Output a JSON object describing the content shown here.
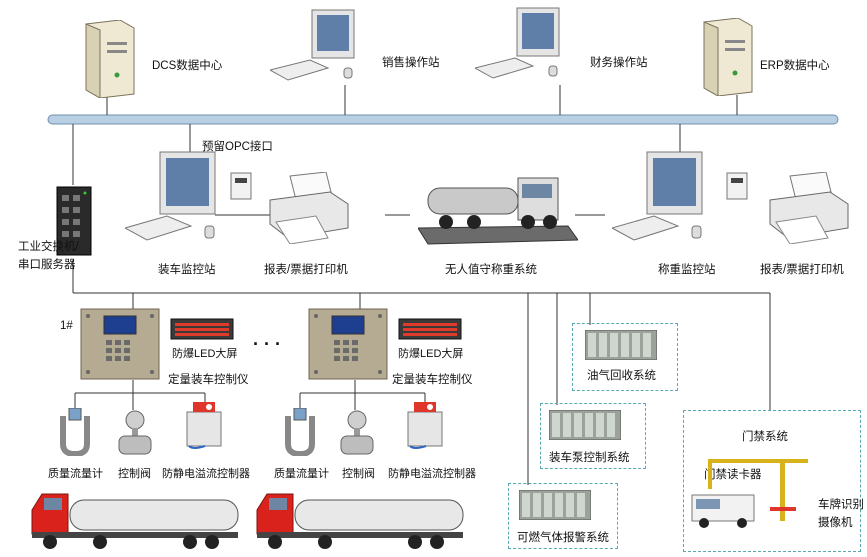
{
  "top_nodes": {
    "dcs": "DCS数据中心",
    "sales": "销售操作站",
    "finance": "财务操作站",
    "erp": "ERP数据中心"
  },
  "opc": "预留OPC接口",
  "switch": {
    "line1": "工业交换机/",
    "line2": "串口服务器"
  },
  "middle": {
    "loading_station": "装车监控站",
    "printer_left": "报表/票据打印机",
    "unmanned_weigh": "无人值守称重系统",
    "weigh_station": "称重监控站",
    "printer_right": "报表/票据打印机"
  },
  "bay": {
    "number": "1#",
    "ellipsis": "· · ·",
    "led": "防爆LED大屏",
    "controller": "定量装车控制仪",
    "flowmeter": "质量流量计",
    "valve": "控制阀",
    "antistatic": "防静电溢流控制器"
  },
  "systems": {
    "vapor": "油气回收系统",
    "pump": "装车泵控制系统",
    "gas_alarm": "可燃气体报警系统"
  },
  "access": {
    "title": "门禁系统",
    "reader": "门禁读卡器",
    "camera_line1": "车牌识别",
    "camera_line2": "摄像机"
  },
  "colors": {
    "bus": "#b9cfe3",
    "dashed": "#5aa9b5",
    "truck_cab": "#d9221c",
    "tank": "#e8e8e8"
  }
}
